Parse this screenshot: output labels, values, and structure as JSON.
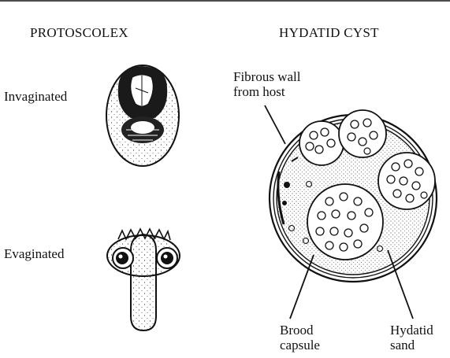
{
  "headings": {
    "left": "PROTOSCOLEX",
    "right": "HYDATID CYST"
  },
  "protoscolex": {
    "invaginated_label": "Invaginated",
    "evaginated_label": "Evaginated"
  },
  "cyst": {
    "fibrous_wall_line1": "Fibrous wall",
    "fibrous_wall_line2": "from host",
    "brood_line1": "Brood",
    "brood_line2": "capsule",
    "sand_line1": "Hydatid",
    "sand_line2": "sand"
  },
  "colors": {
    "ink": "#111111",
    "paper": "#ffffff"
  }
}
